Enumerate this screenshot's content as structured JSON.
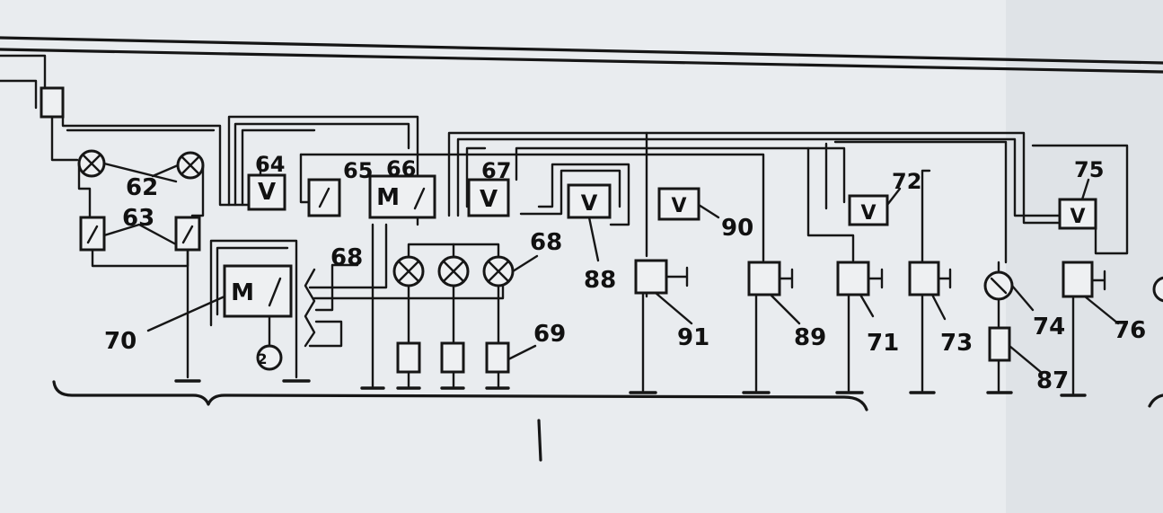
{
  "diagram": {
    "labels": {
      "l62": "62",
      "l63": "63",
      "l64": "64",
      "l65": "65",
      "l66": "66",
      "l67": "67",
      "l68a": "68",
      "l68b": "68",
      "l69": "69",
      "l70": "70",
      "l71": "71",
      "l72": "72",
      "l73": "73",
      "l74": "74",
      "l75": "75",
      "l76": "76",
      "l87": "87",
      "l88": "88",
      "l89": "89",
      "l90": "90",
      "l91": "91",
      "group": "I",
      "circle2": "2"
    },
    "colors": {
      "ink": "#161616",
      "paper": "#e9ecef"
    }
  }
}
